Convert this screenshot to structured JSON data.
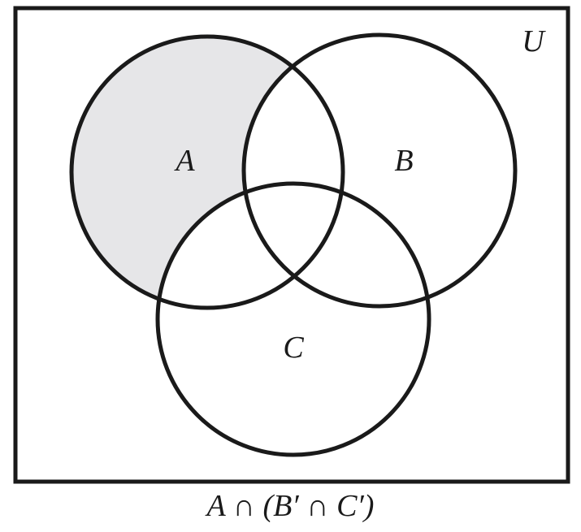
{
  "diagram": {
    "universe_label": "U",
    "sets": [
      {
        "label": "A"
      },
      {
        "label": "B"
      },
      {
        "label": "C"
      }
    ],
    "shaded_region": "A only (A minus B and C)",
    "shade_color": "#e6e6e8",
    "stroke_color": "#1a1a1a"
  },
  "caption": "A ∩ (B′ ∩ C′)"
}
